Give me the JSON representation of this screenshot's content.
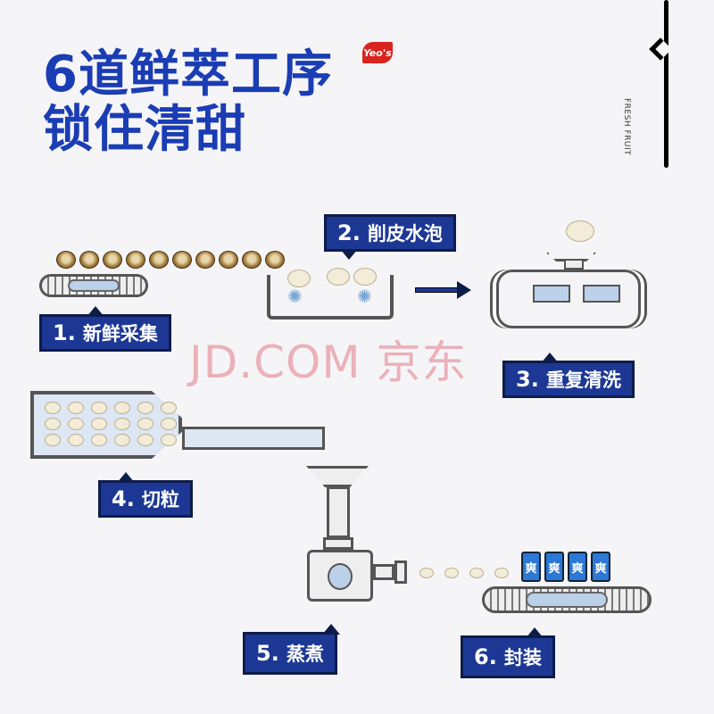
{
  "header": {
    "title_line1": "6道鲜萃工序",
    "title_line2": "锁住清甜",
    "brand_logo": "Yeo's",
    "side_text": "FRESH FRUIT"
  },
  "watermark": "JD.COM 京东",
  "steps": [
    {
      "num": "1.",
      "label": "新鲜采集"
    },
    {
      "num": "2.",
      "label": "削皮水泡"
    },
    {
      "num": "3.",
      "label": "重复清洗"
    },
    {
      "num": "4.",
      "label": "切粒"
    },
    {
      "num": "5.",
      "label": "蒸煮"
    },
    {
      "num": "6.",
      "label": "封装"
    }
  ],
  "can_text": "爽",
  "colors": {
    "title": "#1b3db4",
    "label_bg": "#1c3894",
    "logo": "#d9241e"
  }
}
